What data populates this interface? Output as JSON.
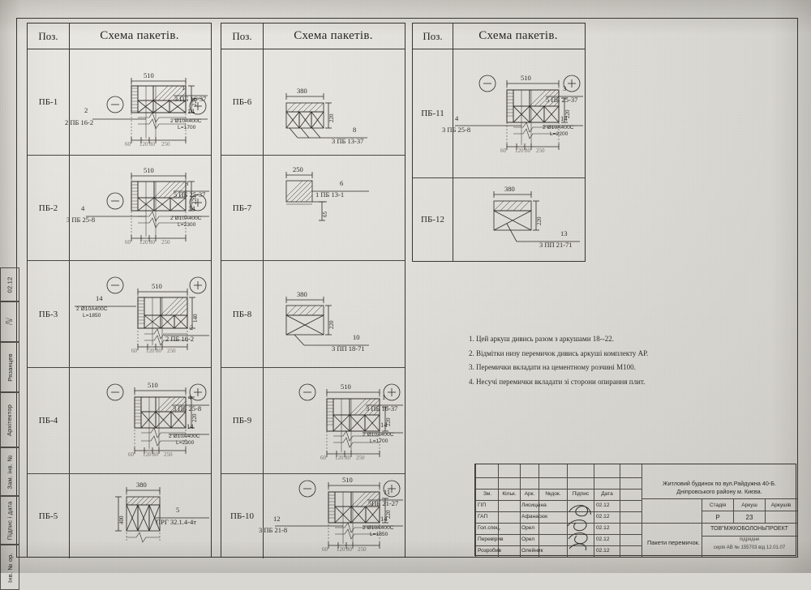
{
  "document": {
    "sheet_type": "structural-drawing-scan",
    "paper_color": "#ded c",
    "ink_color": "#23211f"
  },
  "tables": {
    "header_pos": "Поз.",
    "header_scheme": "Схема пакетів."
  },
  "rows": [
    {
      "pos": "ПБ-1",
      "width_dim": "510",
      "height_dim": "220",
      "bottom_dims": [
        "60",
        "120",
        "80",
        "250"
      ],
      "minus": "–",
      "plus": "+",
      "callouts": [
        {
          "num": "1",
          "text": "3 ПБ 16-37"
        },
        {
          "num": "2",
          "text": "2 ПБ 16-2"
        },
        {
          "num": "14",
          "text": "2 Ø10А400С",
          "text2": "L=1700"
        }
      ]
    },
    {
      "pos": "ПБ-2",
      "width_dim": "510",
      "height_dim": "220",
      "bottom_dims": [
        "60",
        "120",
        "80",
        "250"
      ],
      "minus": "–",
      "plus": "+",
      "callouts": [
        {
          "num": "3",
          "text": "5 ПБ 25-37"
        },
        {
          "num": "4",
          "text": "3 ПБ 25-8"
        },
        {
          "num": "14",
          "text": "2 Ø10А400С",
          "text2": "L=2300"
        }
      ]
    },
    {
      "pos": "ПБ-3",
      "width_dim": "510",
      "height_dim": "140",
      "bottom_dims": [
        "60",
        "120",
        "80",
        "250"
      ],
      "minus": "–",
      "plus": "+",
      "callouts": [
        {
          "num": "14",
          "text": "2 Ø10А400С",
          "text2": "L=1850"
        },
        {
          "num": "2",
          "text": "2 ПБ 16-2"
        }
      ]
    },
    {
      "pos": "ПБ-4",
      "width_dim": "510",
      "height_dim": "220",
      "bottom_dims": [
        "60",
        "120",
        "80",
        "250"
      ],
      "minus": "–",
      "plus": "+",
      "callouts": [
        {
          "num": "4",
          "text": "3 ПБ 25-8"
        },
        {
          "num": "14",
          "text": "2 Ø10А400С",
          "text2": "L=2300"
        }
      ]
    },
    {
      "pos": "ПБ-5",
      "width_dim": "380",
      "height_dim": "400",
      "bottom_dims": [],
      "minus": "",
      "plus": "",
      "callouts": [
        {
          "num": "5",
          "text": "ПРГ 32.1.4-4т"
        }
      ]
    },
    {
      "pos": "ПБ-6",
      "width_dim": "380",
      "height_dim": "220",
      "bottom_dims": [],
      "minus": "",
      "plus": "",
      "callouts": [
        {
          "num": "8",
          "text": "3 ПБ 13-37"
        }
      ]
    },
    {
      "pos": "ПБ-7",
      "width_dim": "250",
      "height_dim": "65",
      "bottom_dims": [],
      "minus": "",
      "plus": "",
      "callouts": [
        {
          "num": "6",
          "text": "1 ПБ 13-1"
        }
      ]
    },
    {
      "pos": "ПБ-8",
      "width_dim": "380",
      "height_dim": "220",
      "bottom_dims": [],
      "minus": "",
      "plus": "",
      "callouts": [
        {
          "num": "10",
          "text": "3 ПП 18-71"
        }
      ]
    },
    {
      "pos": "ПБ-9",
      "width_dim": "510",
      "height_dim": "220",
      "bottom_dims": [
        "60",
        "120",
        "80",
        "250"
      ],
      "minus": "–",
      "plus": "+",
      "callouts": [
        {
          "num": "1",
          "text": "3 ПБ 16-37"
        },
        {
          "num": "14",
          "text": "2 Ø10А400С",
          "text2": "L=1700"
        }
      ]
    },
    {
      "pos": "ПБ-10",
      "width_dim": "510",
      "height_dim": "220",
      "bottom_dims": [
        "60",
        "120",
        "80",
        "250"
      ],
      "minus": "–",
      "plus": "+",
      "callouts": [
        {
          "num": "11",
          "text": "5ПБ 21-27"
        },
        {
          "num": "12",
          "text": "3 ПБ 21-8"
        },
        {
          "num": "14",
          "text": "2 Ø10А400С",
          "text2": "L=1850"
        }
      ]
    },
    {
      "pos": "ПБ-11",
      "width_dim": "510",
      "height_dim": "220",
      "bottom_dims": [
        "60",
        "120",
        "80",
        "250"
      ],
      "minus": "–",
      "plus": "+",
      "callouts": [
        {
          "num": "3",
          "text": "5 ПБ 25-37"
        },
        {
          "num": "4",
          "text": "3 ПБ 25-8"
        },
        {
          "num": "14",
          "text": "2 Ø10А400С",
          "text2": "L=2200"
        }
      ]
    },
    {
      "pos": "ПБ-12",
      "width_dim": "380",
      "height_dim": "220",
      "bottom_dims": [],
      "minus": "",
      "plus": "",
      "callouts": [
        {
          "num": "13",
          "text": "3 ПП 21-71"
        }
      ]
    }
  ],
  "notes": [
    "1.  Цей аркуш дивись разом з аркушами 18--22.",
    "2.  Відмітки низу перемичок дивись аркуші комплекту АР.",
    "3.  Перемички вкладати на цементному розчині М100.",
    "4.  Несучі перемички вкладати зі сторони опирання плит."
  ],
  "left_stamp": [
    {
      "label": "02.12"
    },
    {
      "label": ""
    },
    {
      "label": "Рязанцев"
    },
    {
      "label": "Архітектор"
    },
    {
      "label": "Зам. інв. №"
    },
    {
      "label": "Підпис і дата"
    },
    {
      "label": "Інв. № ор."
    }
  ],
  "title_block": {
    "rev_headers": [
      "Зм.",
      "Кільк.",
      "Арк.",
      "№док.",
      "Підпис",
      "Дата"
    ],
    "roles": [
      {
        "role": "ГІП",
        "name": "Лисицына",
        "date": "02.12"
      },
      {
        "role": "ГАП",
        "name": "Афанасюк",
        "date": "02.12"
      },
      {
        "role": "Гол.спец.",
        "name": "Орел",
        "date": "02.12"
      },
      {
        "role": "Перевірив",
        "name": "Орел",
        "date": "02.12"
      },
      {
        "role": "Розробив",
        "name": "Олейник",
        "date": "02.12"
      }
    ],
    "object_line1": "Житловий будинок по вул.Райдужна 40-Б.",
    "object_line2": "Дніпровського району  м. Києва.",
    "stage_headers": [
      "Стадія",
      "Аркуш",
      "Аркушів"
    ],
    "stage_values": [
      "Р",
      "23",
      ""
    ],
    "drawing_name": "Пакети перемичок.",
    "company": "ТОВ\"МЖКОБОЛОНЬПРОЕКТ",
    "company_sub": "підрядне",
    "license": "серія АВ № 155703 від 12.01.07"
  }
}
